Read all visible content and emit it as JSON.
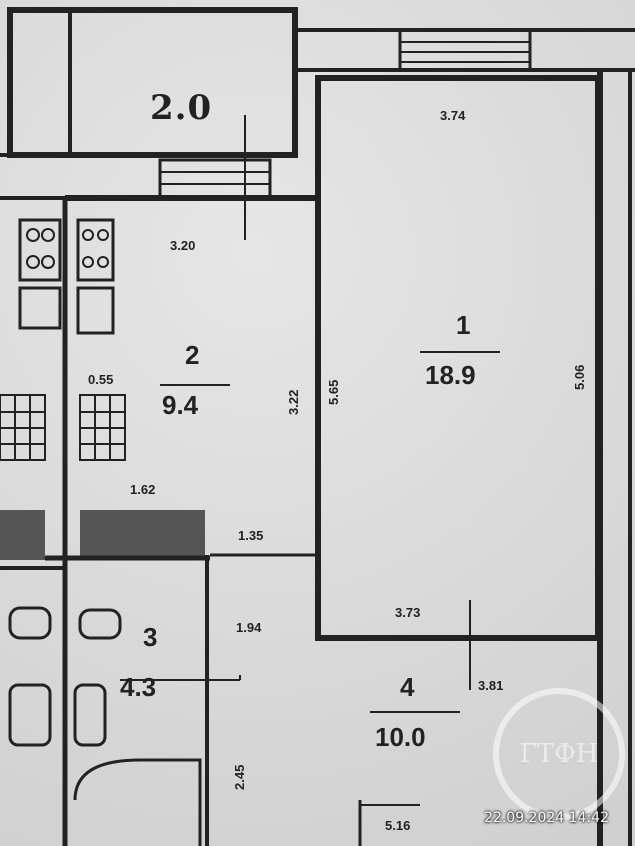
{
  "plan": {
    "balcony": {
      "label": "2.0"
    },
    "room1": {
      "number": "1",
      "area": "18.9",
      "dim_top": "3.74",
      "dim_bottom": "3.73",
      "dim_left": "5.65",
      "dim_right": "5.06"
    },
    "room2": {
      "number": "2",
      "area": "9.4",
      "dim_top": "3.20",
      "dim_small": "0.55",
      "dim_right": "3.22",
      "dim_bottom": "1.62"
    },
    "room3": {
      "number": "3",
      "area": "4.3",
      "dim_right": "1.94",
      "dim_top": "1.35",
      "dim_bottom": "2.45"
    },
    "room4": {
      "number": "4",
      "area": "10.0",
      "dim_right": "3.81",
      "dim_bottom": "5.16"
    }
  },
  "watermark": {
    "logo_text": "ГТФН"
  },
  "timestamp": "22.09.2024  14:42"
}
